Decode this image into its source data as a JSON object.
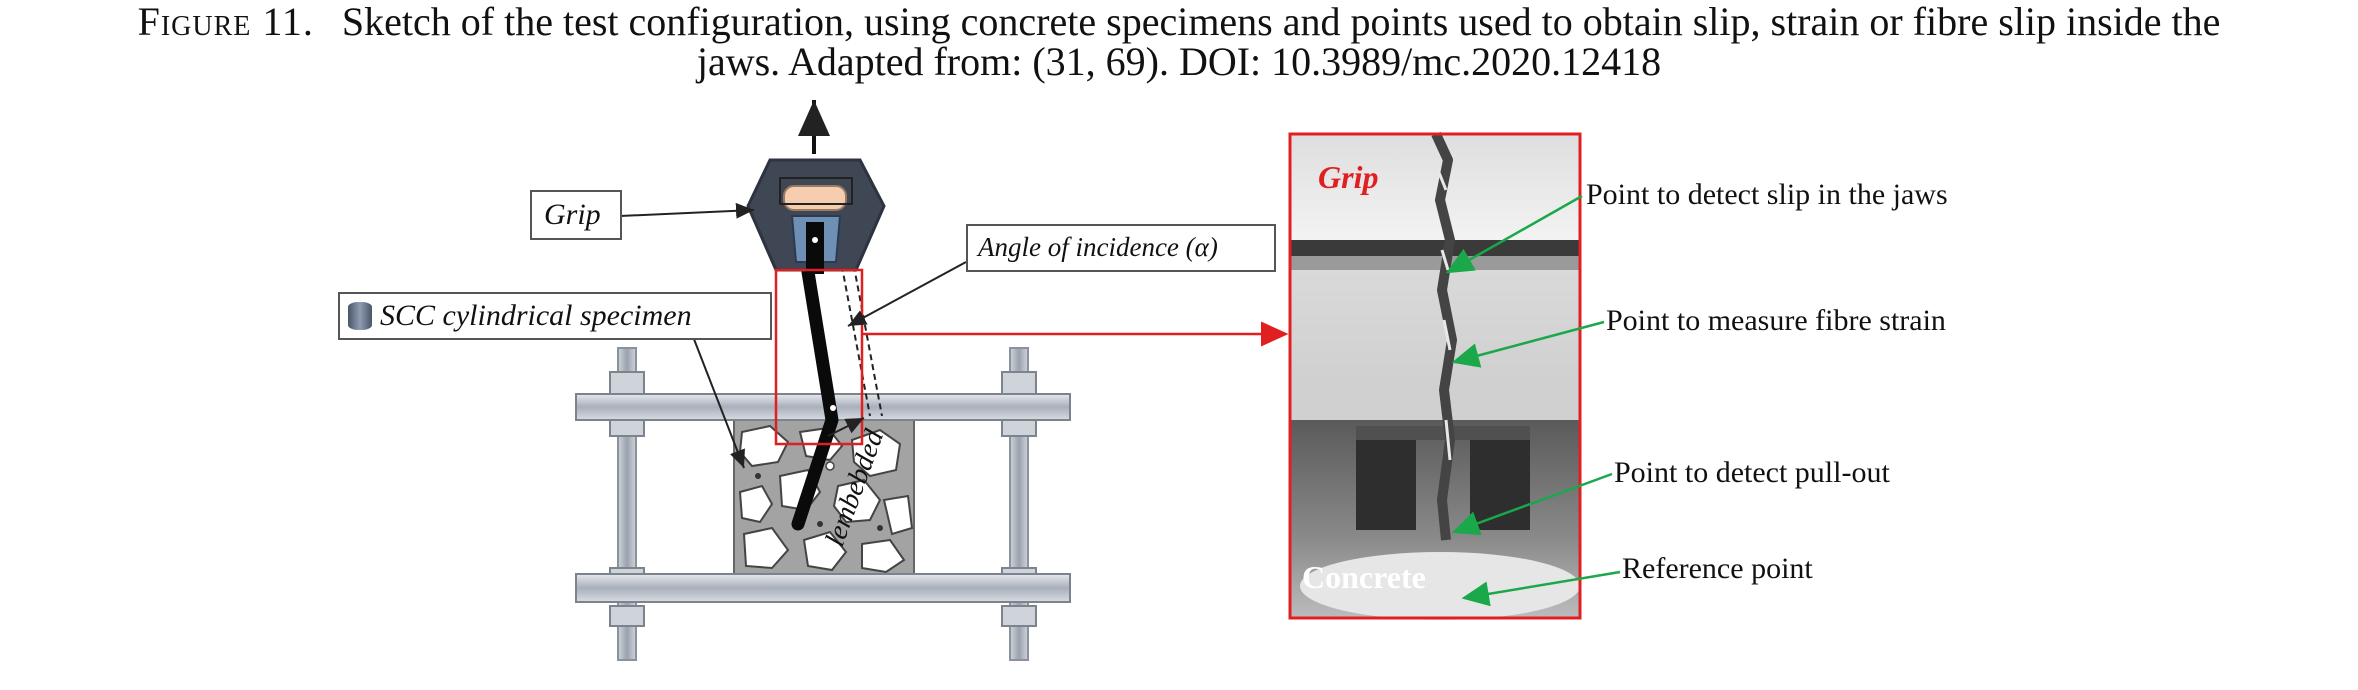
{
  "caption": {
    "figure_number": "Figure 11.",
    "line1": "Sketch of the test configuration, using concrete specimens and points used to obtain slip, strain or fibre slip inside the",
    "line2": "jaws. Adapted from: (31, 69). DOI: 10.3989/mc.2020.12418"
  },
  "sketch": {
    "grip_label": "Grip",
    "specimen_label": "SCC cylindrical specimen",
    "angle_label": "Angle of incidence (α)",
    "embedded_label": "lembebded"
  },
  "photo": {
    "grip_label": "Grip",
    "concrete_label": "Concrete",
    "annotations": [
      "Point to detect slip in the jaws",
      "Point to measure fibre strain",
      "Point to detect pull-out",
      "Reference point"
    ]
  },
  "colors": {
    "highlight_red": "#e02020",
    "annotation_green": "#1aa84a",
    "frame_steel": "#b8bec8",
    "concrete_gray": "#9a9a9a"
  }
}
